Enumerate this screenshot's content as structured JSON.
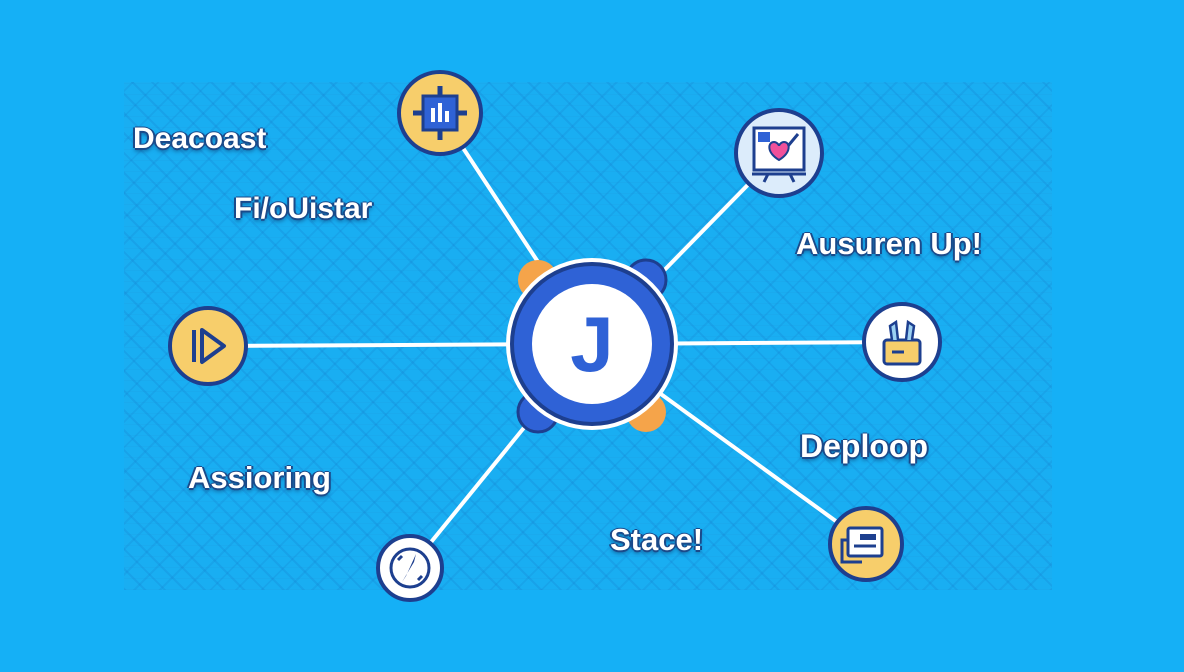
{
  "diagram": {
    "hub": {
      "letter": "J"
    },
    "labels": {
      "top_left_1": "Deacoast",
      "top_left_2": "Fi/oUistar",
      "right_top": "Ausuren Up!",
      "bottom_left": "Assioring",
      "right_bottom": "Deploop",
      "bottom_center": "Stace!"
    },
    "nodes": [
      {
        "id": "top",
        "icon": "chart-icon"
      },
      {
        "id": "top-right",
        "icon": "presentation-heart-icon"
      },
      {
        "id": "left",
        "icon": "play-arrow-icon"
      },
      {
        "id": "right",
        "icon": "plug-box-icon"
      },
      {
        "id": "bottom-right",
        "icon": "document-card-icon"
      },
      {
        "id": "bottom-left",
        "icon": "compass-icon"
      }
    ],
    "colors": {
      "background": "#15b0f6",
      "navy": "#1d3f8f",
      "hub_blue": "#2f62d6",
      "node_yellow": "#f7ce6b",
      "accent_orange": "#f5a44a"
    }
  }
}
